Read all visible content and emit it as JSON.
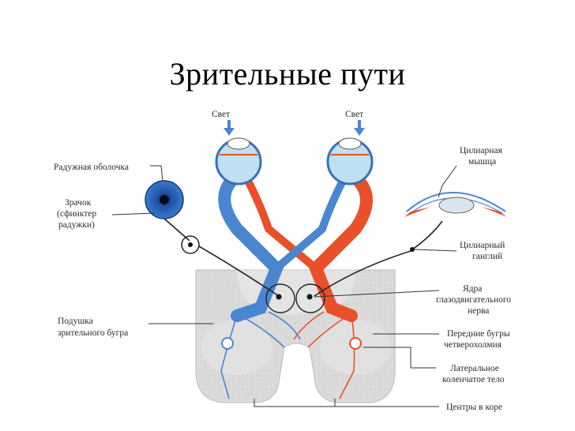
{
  "title": "Зрительные пути",
  "labels": {
    "light_left": "Свет",
    "light_right": "Свет",
    "iris": "Радужная оболочка",
    "pupil": [
      "Зрачок",
      "(сфинктер",
      "радужки)"
    ],
    "ciliary_muscle": [
      "Цилиарная",
      "мышца"
    ],
    "ciliary_ganglion": [
      "Цилиарный",
      "ганглий"
    ],
    "oculomotor_nuclei": [
      "Ядра",
      "глазодвигательного",
      "нерва"
    ],
    "pulvinar": [
      "Подушка",
      "зрительного бугра"
    ],
    "superior_colliculi": [
      "Передние бугры",
      "четверохолмия"
    ],
    "lgn": [
      "Латеральное",
      "коленчатое тело"
    ],
    "cortex": "Центры в коре"
  },
  "colors": {
    "nerve_blue": "#4a86d0",
    "nerve_red": "#e8502a",
    "brain_gray": "#dcdcdc",
    "eye_fill": "#bfe0f0"
  }
}
